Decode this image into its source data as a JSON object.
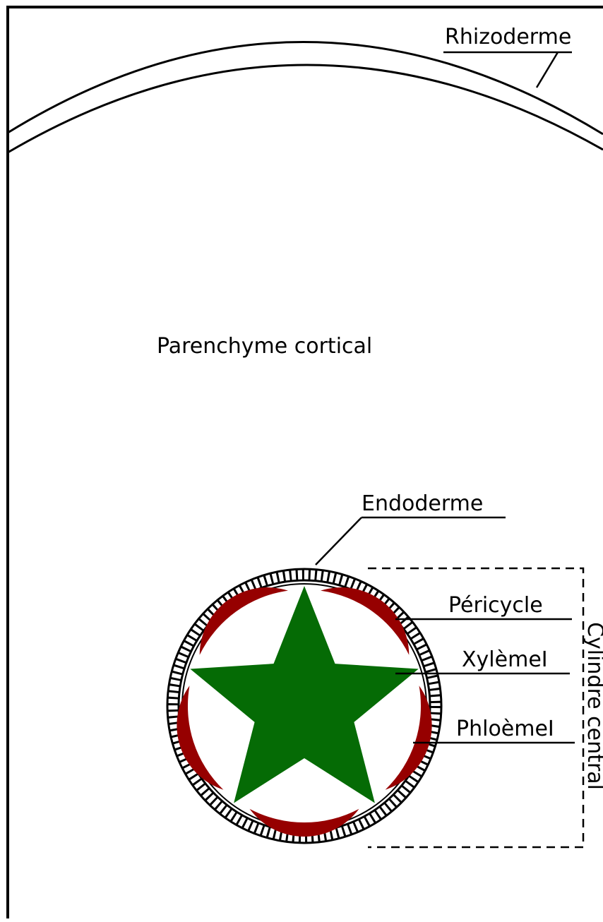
{
  "labels": {
    "rhizoderme": "Rhizoderme",
    "parenchyme": "Parenchyme cortical",
    "endoderme": "Endoderme",
    "pericycle": "Péricycle",
    "xyleme": "XylèmeI",
    "phloeme": "PhloèmeI",
    "cylindre": "Cylindre central"
  },
  "colors": {
    "xylem": "#056b05",
    "phloem": "#960000",
    "line": "#000000",
    "background": "#ffffff"
  }
}
